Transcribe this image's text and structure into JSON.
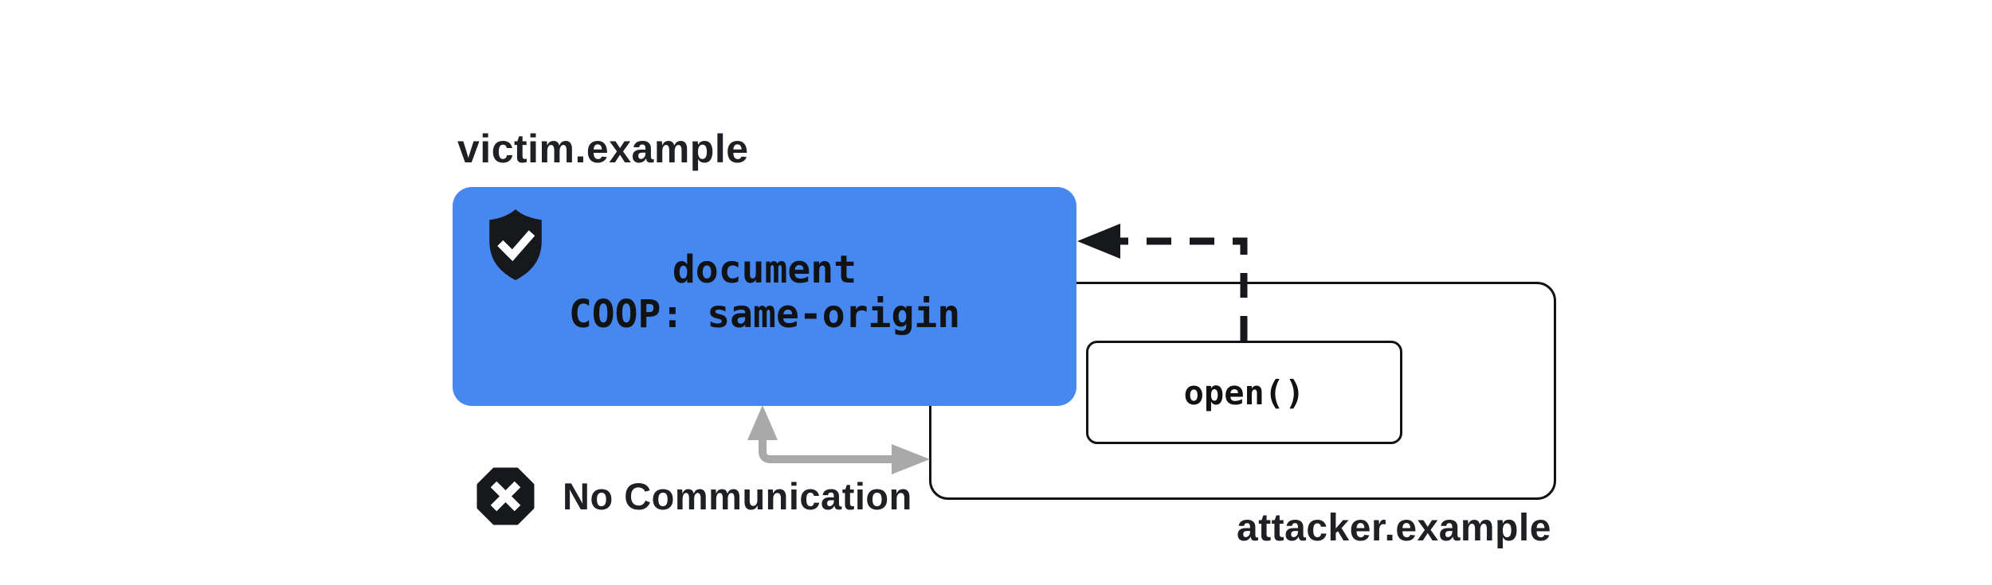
{
  "diagram": {
    "title_context": "COOP same-origin isolation diagram",
    "victim": {
      "label": "victim.example",
      "document_line1": "document",
      "document_line2": "COOP: same-origin",
      "icon": "shield-check-icon"
    },
    "attacker": {
      "label": "attacker.example",
      "open_call_label": "open()"
    },
    "no_communication": {
      "label": "No Communication",
      "icon": "x-octagon-icon"
    },
    "arrows": {
      "open_arrow": "dashed-arrow-from-open-to-victim",
      "blocked_arrow": "gray-elbow-arrow-victim-attacker"
    }
  },
  "colors": {
    "victim_box_bg": "#4787F0",
    "icon_black": "#17181C",
    "arrow_gray": "#A9A9A9",
    "text_dark": "#1F2023",
    "code_dark": "#111214",
    "border_black": "#121316",
    "background": "#FFFFFF"
  }
}
